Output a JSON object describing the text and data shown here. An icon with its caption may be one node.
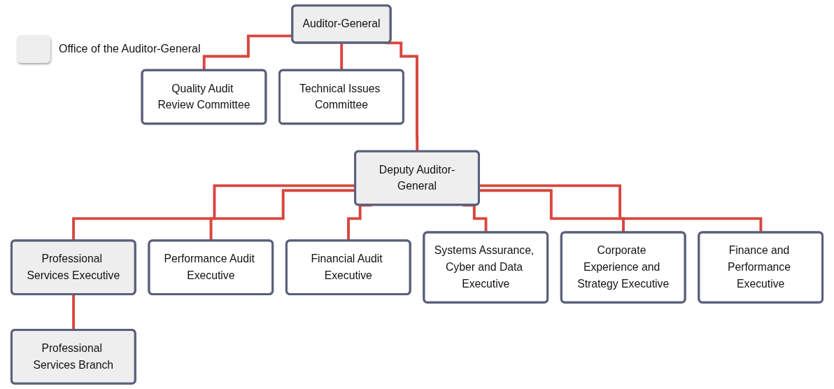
{
  "diagram": {
    "nodes": [
      {
        "text": [
          "Auditor-General"
        ]
      },
      {
        "text": [
          "Deputy Auditor-General"
        ]
      },
      {
        "text": [
          "Quality Audit Review Committee"
        ]
      },
      {
        "text": [
          "Technical Issues Committee"
        ]
      },
      {
        "text": [
          "Professional Services Executive"
        ]
      },
      {
        "text": [
          "Professional Services Branch"
        ]
      },
      {
        "text": [
          "Performance Audit Executive"
        ]
      },
      {
        "text": [
          "Financial Audit Executive"
        ]
      },
      {
        "text": [
          "Systems Assurance, Cyber and Data Executive"
        ]
      },
      {
        "text": [
          "Corporate Experience and Strategy Executive"
        ]
      },
      {
        "text": [
          "Finance and Performance Executive"
        ]
      }
    ],
    "edges": [
      {
        "from": 0,
        "to": 1,
        "arrow": "none"
      },
      {
        "from": 0,
        "to": 2,
        "arrow": "none"
      },
      {
        "from": 0,
        "to": 3,
        "arrow": "none"
      },
      {
        "from": 1,
        "to": 4,
        "arrow": "none"
      },
      {
        "from": 4,
        "to": 5,
        "arrow": "none"
      },
      {
        "from": 1,
        "to": 6,
        "arrow": "none"
      },
      {
        "from": 1,
        "to": 7,
        "arrow": "none"
      },
      {
        "from": 1,
        "to": 8,
        "arrow": "none"
      },
      {
        "from": 1,
        "to": 9,
        "arrow": "none"
      },
      {
        "from": 1,
        "to": 10,
        "arrow": "none"
      }
    ],
    "legend": [
      {
        "text": "Office of the Auditor-General",
        "color": "#eeeeee"
      }
    ]
  }
}
